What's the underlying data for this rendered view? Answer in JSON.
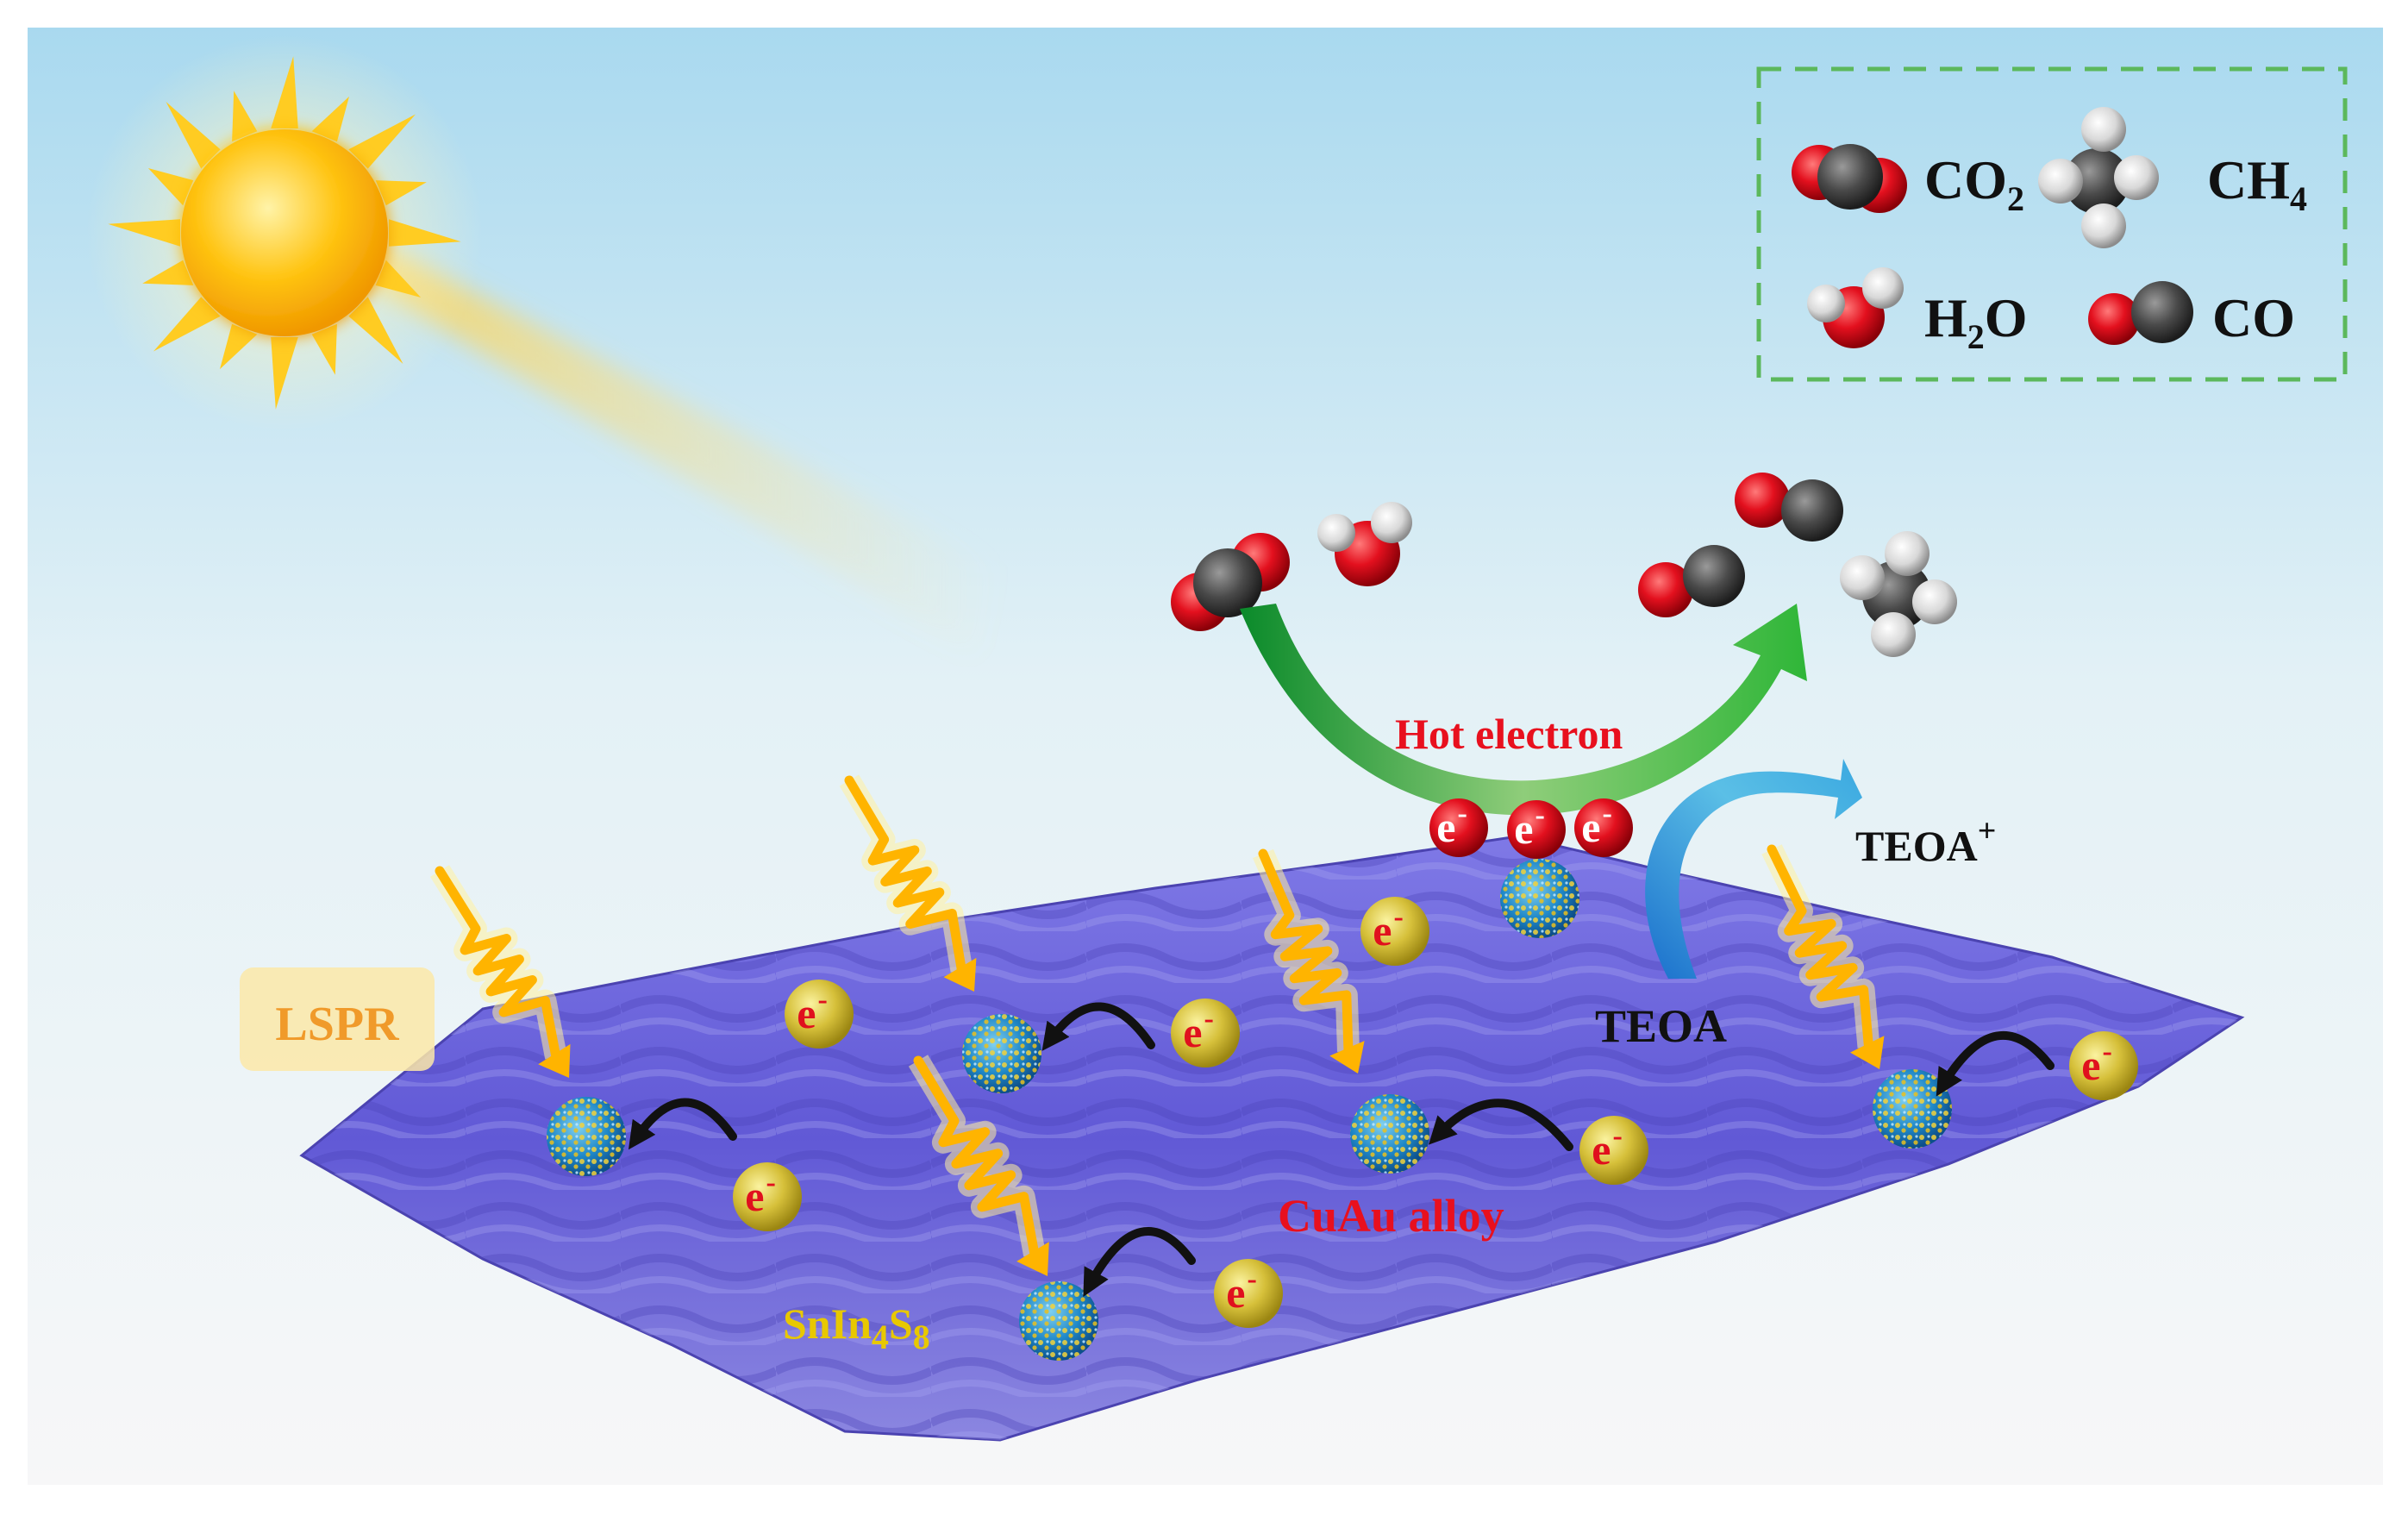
{
  "legend": {
    "co2": {
      "base": "CO",
      "sub": "2"
    },
    "ch4": {
      "base": "CH",
      "sub": "4"
    },
    "h2o": {
      "base": "H",
      "sub": "2",
      "tail": "O"
    },
    "co": {
      "base": "CO"
    }
  },
  "labels": {
    "hot_electron": "Hot electron",
    "lspr": "LSPR",
    "cuau_alloy": "CuAu alloy",
    "teoa": "TEOA",
    "teoa_plus": {
      "base": "TEOA",
      "sup": "+"
    },
    "snin4s8": {
      "p1": "SnIn",
      "s1": "4",
      "p2": "S",
      "s2": "8"
    }
  },
  "electron": {
    "base": "e",
    "sup": "-"
  },
  "colors": {
    "sky_top": "#a9d9ef",
    "sheet": "#6a62d8",
    "light": "#ffc21a",
    "electron_gold": "#d9c23a",
    "electron_red": "#e0101e",
    "hot_electron_text": "#e8101e",
    "cuau_text": "#e8101e",
    "snin_text": "#e8c800",
    "lspr_text": "#f09a2a",
    "legend_border": "#5cb85c"
  }
}
